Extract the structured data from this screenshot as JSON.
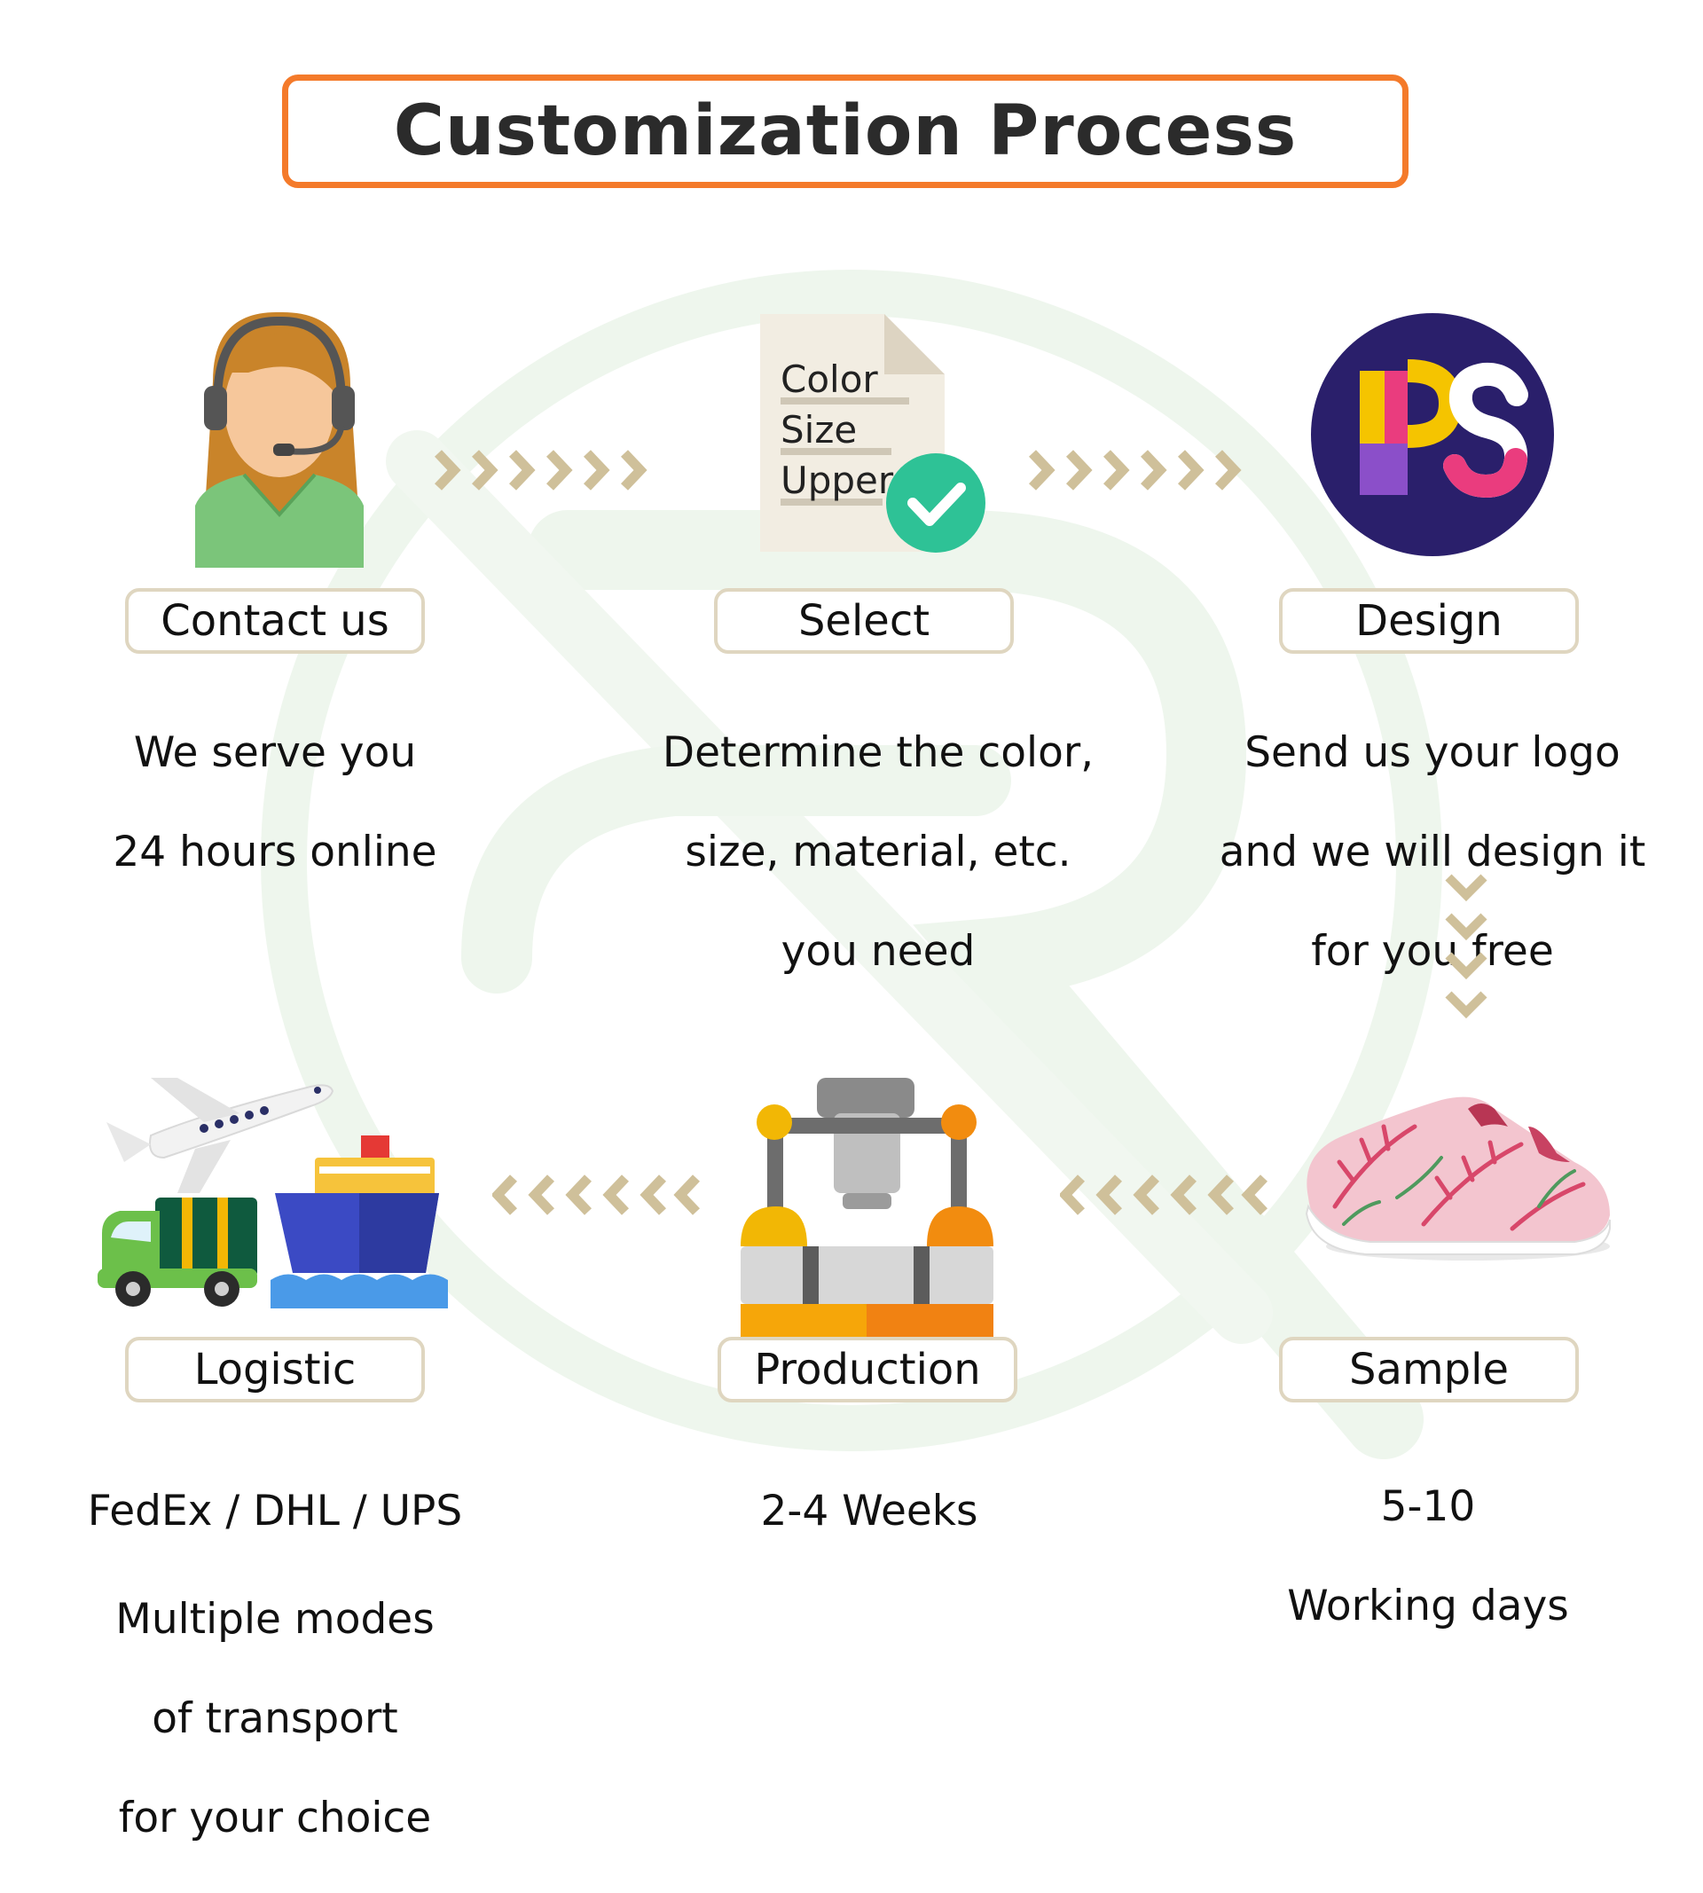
{
  "title": "Customization Process",
  "colors": {
    "title_border": "#f47a2a",
    "label_border": "#dfd6c0",
    "arrow": "#cfc09a",
    "watermark": "#e7f2e6"
  },
  "steps": [
    {
      "name": "contact",
      "icon": "customer-service-headset-icon",
      "label": "Contact us",
      "desc": [
        "We serve you",
        "24 hours online"
      ]
    },
    {
      "name": "select",
      "icon": "checklist-document-icon",
      "label": "Select",
      "doc_lines": [
        "Color",
        "Size",
        "Upper"
      ],
      "desc": [
        "Determine the color,",
        "size, material, etc.",
        "you need"
      ]
    },
    {
      "name": "design",
      "icon": "photoshop-logo-icon",
      "label": "Design",
      "logo_text": "PS",
      "desc": [
        "Send us your logo",
        "and we will design it",
        "for you free"
      ]
    },
    {
      "name": "sample",
      "icon": "floral-clog-shoe-icon",
      "label": "Sample",
      "desc": [
        "5-10",
        "Working days"
      ]
    },
    {
      "name": "production",
      "icon": "factory-machine-icon",
      "label": "Production",
      "desc": [
        "2-4 Weeks"
      ]
    },
    {
      "name": "logistic",
      "icon": "plane-truck-ship-icon",
      "label": "Logistic",
      "desc": [
        "FedEx / DHL / UPS",
        "Multiple modes",
        "of transport",
        "for your choice"
      ]
    }
  ]
}
